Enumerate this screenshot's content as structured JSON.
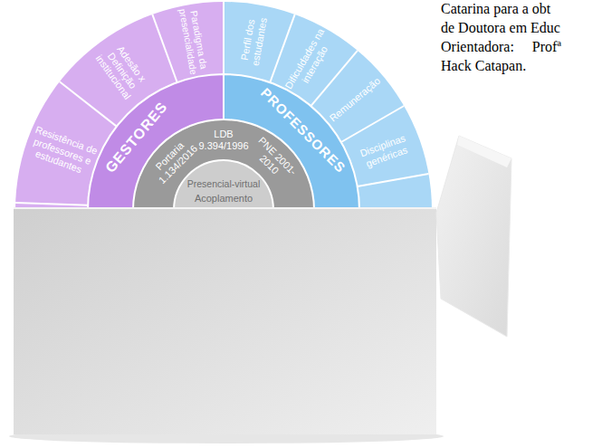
{
  "diagram": {
    "labels": [
      "Catarina para a obt",
      "de Doutora em Educ",
      "Orientadora: Profª",
      "Hack Catapan.",
      "Paradigma da presencialidade",
      "Adesão x Definição institucional",
      "Resistência de professores e estudantes",
      "Perfil dos estudantes",
      "Dificuldades na interação",
      "Remuneração",
      "Disciplinas genéricas",
      "GESTORES",
      "PROFESSORES",
      "LDB 9.394/1996",
      "Portaria 1.134/2016",
      "PNE 2001-2010",
      "Presencial-virtual",
      "Acoplamento"
    ]
  }
}
